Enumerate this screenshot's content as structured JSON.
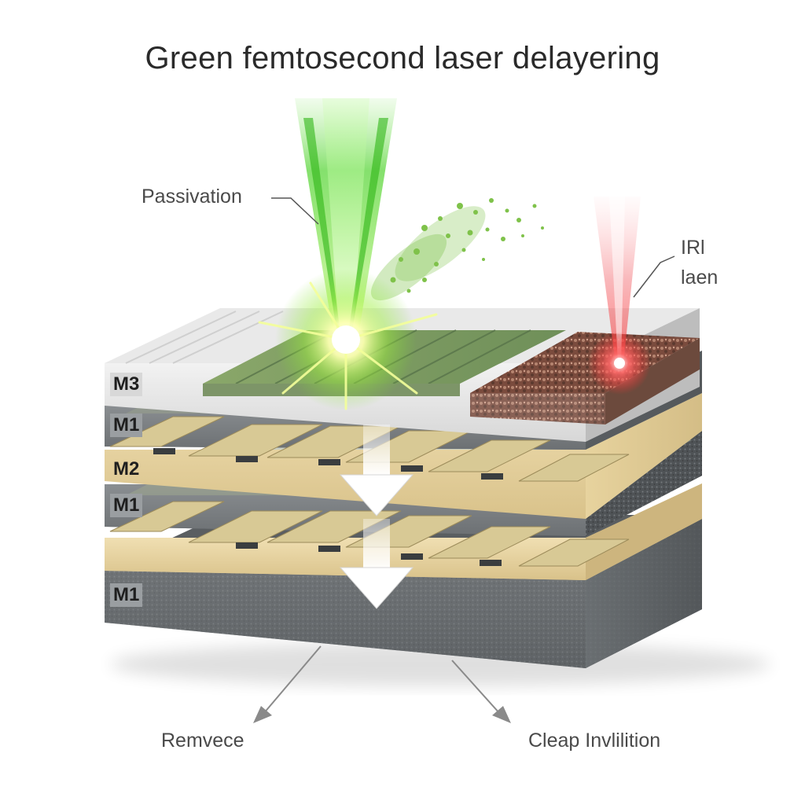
{
  "title": "Green femtosecond laser delayering",
  "labels": {
    "passivation": "Passivation",
    "ir_laser_line1": "IRl",
    "ir_laser_line2": "laen",
    "remove": "Remvece",
    "clean": "Cleap Invlilition"
  },
  "layers": [
    {
      "name": "M3"
    },
    {
      "name": "M1"
    },
    {
      "name": "M2"
    },
    {
      "name": "M1"
    },
    {
      "name": "M1"
    }
  ],
  "colors": {
    "green_laser": "#3fcf1a",
    "ir_laser": "#e8383c",
    "metal_tan": "#e6d3a0",
    "dielectric_gray": "#7d8184",
    "passivation_light": "#e7e7e7",
    "debris_brown": "#8b5a45"
  },
  "icons": [
    "down-arrow-icon",
    "down-arrow-icon",
    "callout-arrow-icon",
    "callout-arrow-icon"
  ]
}
